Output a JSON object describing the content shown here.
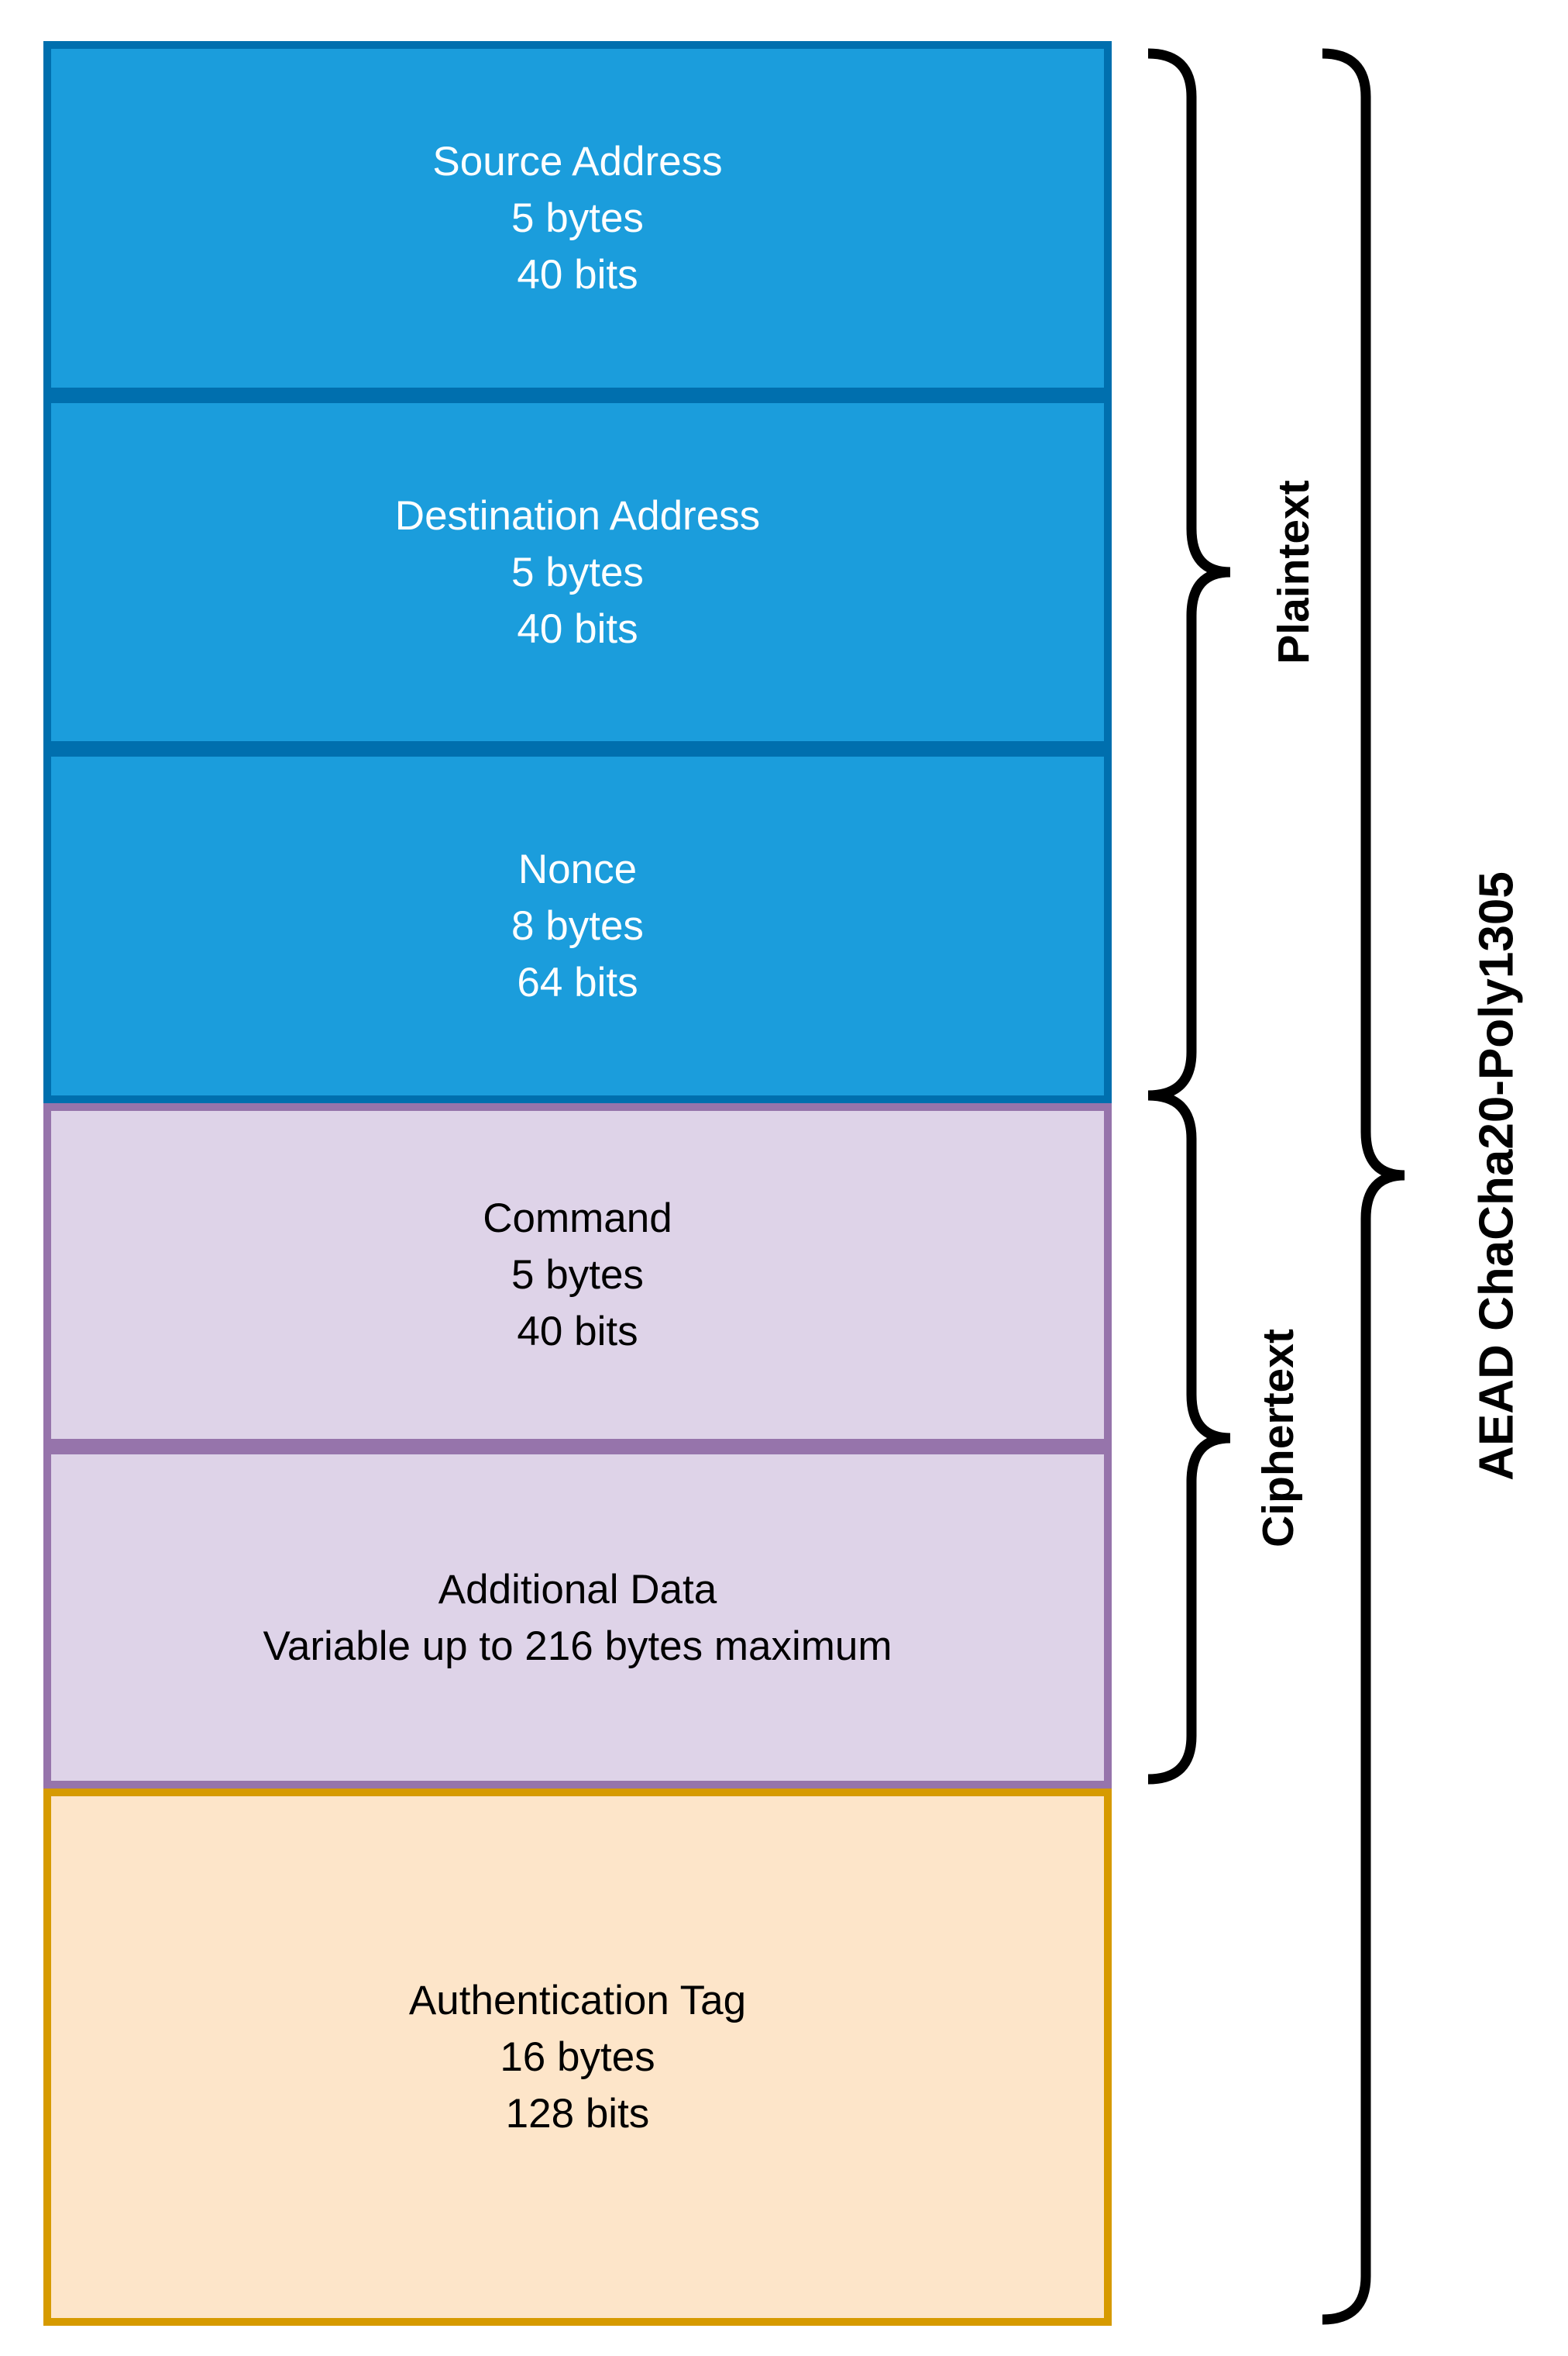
{
  "colors": {
    "background": "#FFFFFF",
    "blue_fill": "#1B9DDC",
    "blue_border": "#006FAE",
    "purple_fill": "#DED3E8",
    "purple_border": "#9674AB",
    "orange_fill": "#FDE5C9",
    "orange_border": "#D69A00",
    "text_on_blue": "#FFFFFF",
    "text_dark": "#000000",
    "brace_color": "#000000"
  },
  "blocks": [
    {
      "id": "source-address",
      "fill": "#1B9DDC",
      "border": "#006FAE",
      "text_color": "#FFFFFF",
      "lines": [
        "Source Address",
        "5 bytes",
        "40 bits"
      ]
    },
    {
      "id": "destination-address",
      "fill": "#1B9DDC",
      "border": "#006FAE",
      "text_color": "#FFFFFF",
      "lines": [
        "Destination Address",
        "5 bytes",
        "40 bits"
      ]
    },
    {
      "id": "nonce",
      "fill": "#1B9DDC",
      "border": "#006FAE",
      "text_color": "#FFFFFF",
      "lines": [
        "Nonce",
        "8 bytes",
        "64 bits"
      ]
    },
    {
      "id": "command",
      "fill": "#DED3E8",
      "border": "#9674AB",
      "text_color": "#000000",
      "lines": [
        "Command",
        "5 bytes",
        "40 bits"
      ]
    },
    {
      "id": "additional-data",
      "fill": "#DED3E8",
      "border": "#9674AB",
      "text_color": "#000000",
      "lines": [
        "Additional Data",
        "Variable up to 216 bytes maximum"
      ]
    },
    {
      "id": "authentication-tag",
      "fill": "#FDE5C9",
      "border": "#D69A00",
      "text_color": "#000000",
      "lines": [
        "Authentication Tag",
        "16 bytes",
        "128 bits"
      ]
    }
  ],
  "braces": [
    {
      "id": "plaintext",
      "label": "Plaintext"
    },
    {
      "id": "ciphertext",
      "label": "Ciphertext"
    },
    {
      "id": "aead",
      "label": "AEAD ChaCha20-Poly1305"
    }
  ]
}
